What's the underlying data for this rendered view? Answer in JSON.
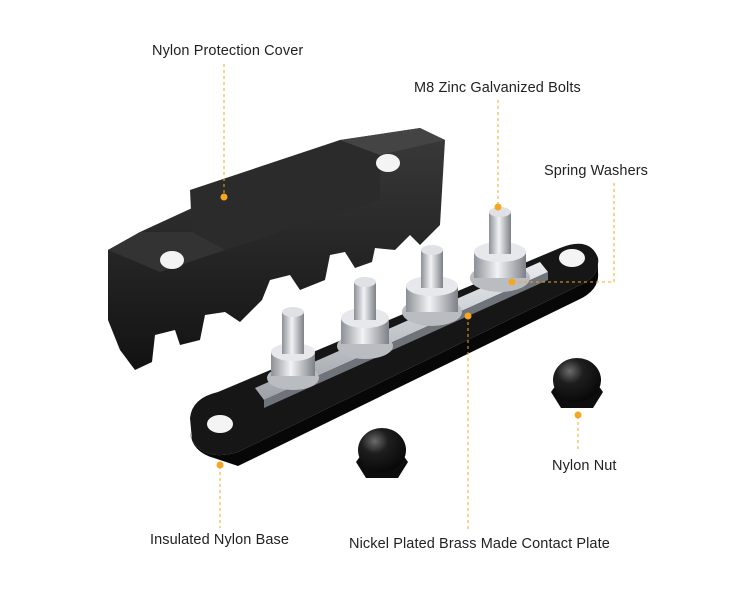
{
  "labels": {
    "cover": "Nylon Protection Cover",
    "bolts": "M8 Zinc Galvanized Bolts",
    "spring_washers": "Spring Washers",
    "nut": "Nylon Nut",
    "base": "Insulated Nylon Base",
    "plate": "Nickel Plated Brass Made Contact Plate"
  },
  "colors": {
    "leader": "#f5a623",
    "nylon": "#1c1c1c",
    "metal": "#c9ccd0",
    "text": "#222222"
  }
}
